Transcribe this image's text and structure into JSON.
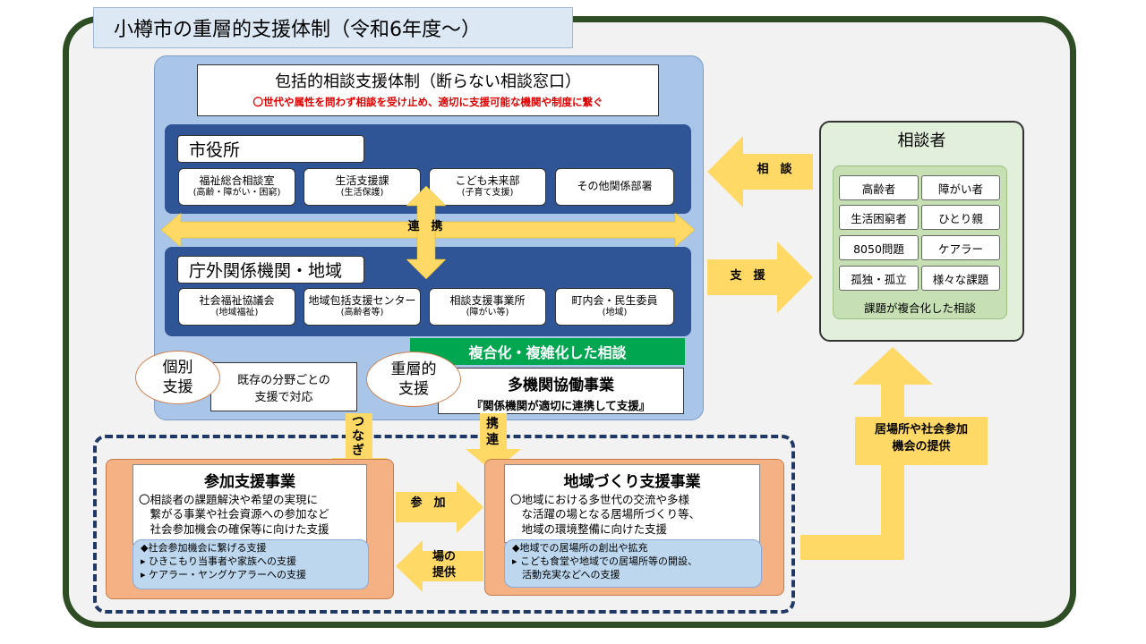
{
  "title": "小樽市の重層的支援体制（令和6年度～）",
  "comprehensive": {
    "title": "包括的相談支援体制（断らない相談窓口）",
    "subtitle": "〇世代や属性を問わず相談を受け止め、適切に支援可能な機関や制度に繋ぐ"
  },
  "city_hall": {
    "label": "市役所",
    "departments": [
      {
        "name": "福祉総合相談室",
        "sub": "(高齢・障がい・困窮)"
      },
      {
        "name": "生活支援課",
        "sub": "(生活保護)"
      },
      {
        "name": "こども未来部",
        "sub": "(子育て支援)"
      },
      {
        "name": "その他関係部署",
        "sub": ""
      }
    ]
  },
  "cooperation_label": "連　携",
  "external": {
    "label": "庁外関係機関・地域",
    "orgs": [
      {
        "name": "社会福祉協議会",
        "sub": "(地域福祉)"
      },
      {
        "name": "地域包括支援センター",
        "sub": "(高齢者等)"
      },
      {
        "name": "相談支援事業所",
        "sub": "(障がい等)"
      },
      {
        "name": "町内会・民生委員",
        "sub": "(地域)"
      }
    ]
  },
  "complex_consultation": "複合化・複雑化した相談",
  "individual_support": {
    "oval": "個別\n支援",
    "text": "既存の分野ごとの\n支援で対応"
  },
  "multilayer_support": {
    "oval": "重層的\n支援",
    "title": "多機関協働事業",
    "sub": "『関係機関が適切に連携して支援』"
  },
  "arrows": {
    "tsunagi": "つなぎ",
    "renkei": "携連",
    "soudan": "相　談",
    "shien": "支　援",
    "sanka": "参　加",
    "ba": "場の\n提供",
    "ibasho": "居場所や社会参加\n機会の提供"
  },
  "participation": {
    "title": "参加支援事業",
    "body": [
      "〇相談者の課題解決や希望の実現に",
      "　繋がる事業や社会資源への参加など",
      "　社会参加機会の確保等に向けた支援"
    ],
    "bullets": [
      "◆社会参加機会に繋げる支援",
      "▸ ひきこもり当事者や家族への支援",
      "▸ ケアラー・ヤングケアラーへの支援"
    ]
  },
  "community": {
    "title": "地域づくり支援事業",
    "body": [
      "〇地域における多世代の交流や多様",
      "　な活躍の場となる居場所づくり等、",
      "　地域の環境整備に向けた支援"
    ],
    "bullets": [
      "◆地域での居場所の創出や拡充",
      "▸ こども食堂や地域での居場所等の開設、",
      "　活動充実などへの支援"
    ]
  },
  "consultee": {
    "title": "相談者",
    "tags": [
      "高齢者",
      "障がい者",
      "生活困窮者",
      "ひとり親",
      "8050問題",
      "ケアラー",
      "孤独・孤立",
      "様々な課題"
    ],
    "footer": "課題が複合化した相談"
  },
  "colors": {
    "frame": "#2e4d24",
    "navy": "#2f5597",
    "arrow": "#ffd966",
    "green": "#00a650",
    "orange": "#f4b183",
    "red_text": "#e00000"
  }
}
